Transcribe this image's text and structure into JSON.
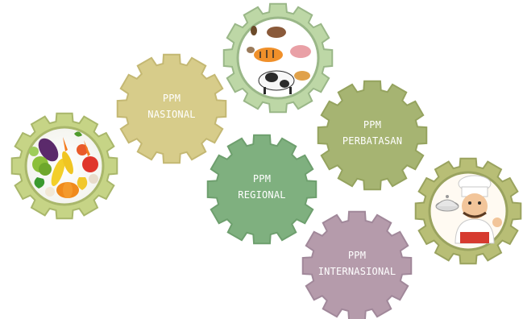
{
  "gears": [
    {
      "id": "nasional",
      "title": "PPM",
      "subtitle": "NASIONAL",
      "fill": "#d7cc8a",
      "stroke": "#c4b873"
    },
    {
      "id": "regional",
      "title": "PPM",
      "subtitle": "REGIONAL",
      "fill": "#7fb07f",
      "stroke": "#6e9f6e"
    },
    {
      "id": "perbatasan",
      "title": "PPM",
      "subtitle": "PERBATASAN",
      "fill": "#a6b472",
      "stroke": "#95a35f"
    },
    {
      "id": "internasional",
      "title": "PPM",
      "subtitle": "INTERNASIONAL",
      "fill": "#b59bab",
      "stroke": "#a1889a"
    }
  ],
  "picture_gears": [
    {
      "id": "vegetables",
      "icon": "vegetables-icon",
      "gear_color": "#c6d486",
      "rim_color": "#a9b76b"
    },
    {
      "id": "animals",
      "icon": "animals-icon",
      "gear_color": "#bdd7a6",
      "rim_color": "#9ab788"
    },
    {
      "id": "chef",
      "icon": "chef-icon",
      "gear_color": "#b8be76",
      "rim_color": "#9aa35f"
    }
  ]
}
